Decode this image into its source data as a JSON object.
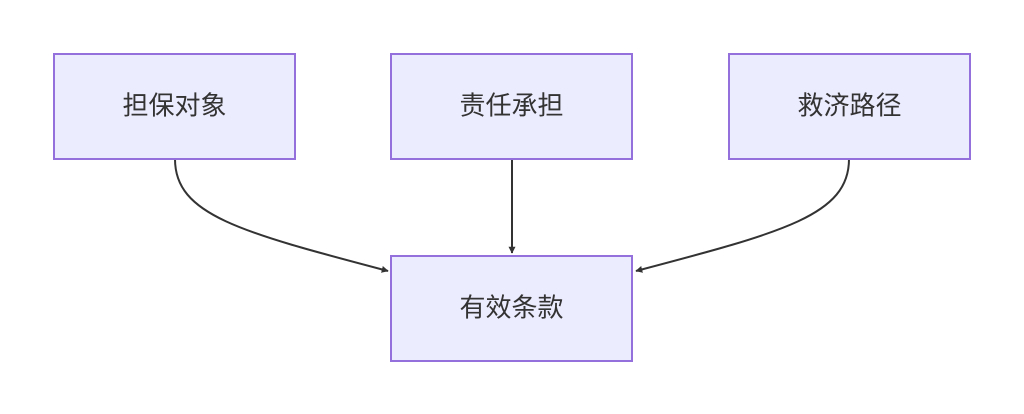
{
  "diagram": {
    "type": "flowchart",
    "colors": {
      "node_fill": "#ececff",
      "node_border": "#9370db",
      "edge": "#333333",
      "text": "#333333"
    },
    "nodes": {
      "guarantee_object": {
        "label": "担保对象"
      },
      "liability": {
        "label": "责任承担"
      },
      "remedy": {
        "label": "救济路径"
      },
      "valid_clause": {
        "label": "有效条款"
      }
    },
    "edges": [
      {
        "from": "担保对象",
        "to": "有效条款"
      },
      {
        "from": "责任承担",
        "to": "有效条款"
      },
      {
        "from": "救济路径",
        "to": "有效条款"
      }
    ]
  }
}
